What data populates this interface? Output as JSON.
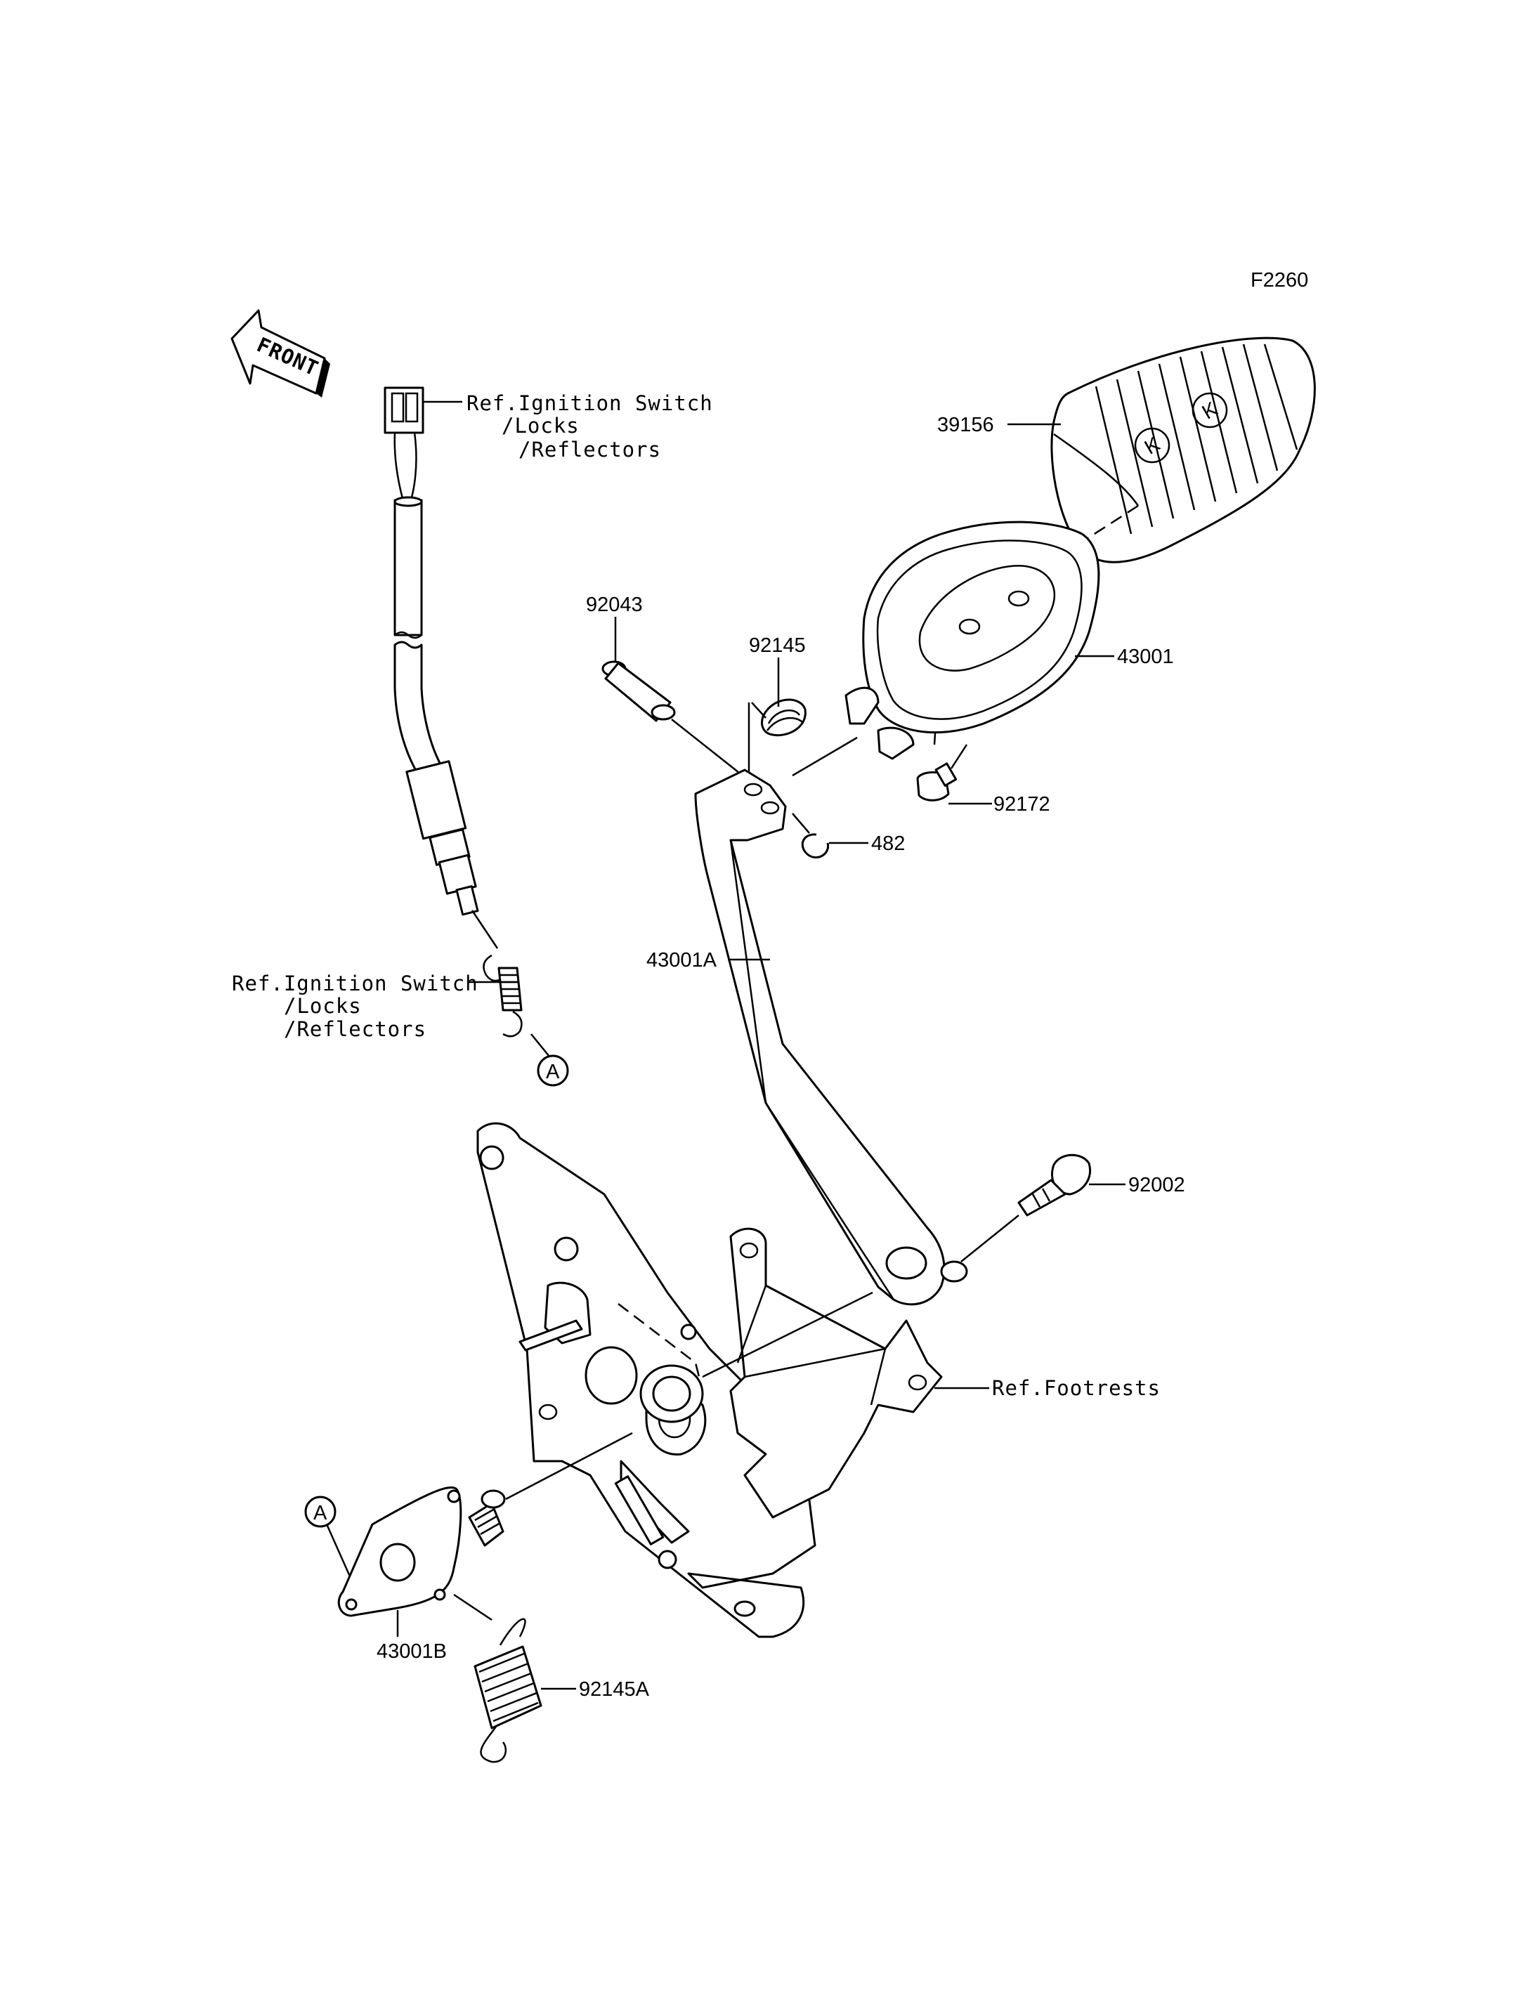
{
  "figure_code": "F2260",
  "front_label": "FRONT",
  "refs": {
    "ignition_top": [
      "Ref.Ignition Switch",
      "/Locks",
      "/Reflectors"
    ],
    "ignition_mid": [
      "Ref.Ignition Switch",
      "/Locks",
      "/Reflectors"
    ],
    "footrests": "Ref.Footrests"
  },
  "callouts": {
    "a_top": "A",
    "a_bottom": "A"
  },
  "parts": {
    "pad": "39156",
    "pin": "92043",
    "spring_small": "92145",
    "pedal_top": "43001",
    "screw": "92172",
    "clip": "482",
    "lever_arm": "43001A",
    "bolt": "92002",
    "bracket_plate": "43001B",
    "spring_large": "92145A"
  }
}
